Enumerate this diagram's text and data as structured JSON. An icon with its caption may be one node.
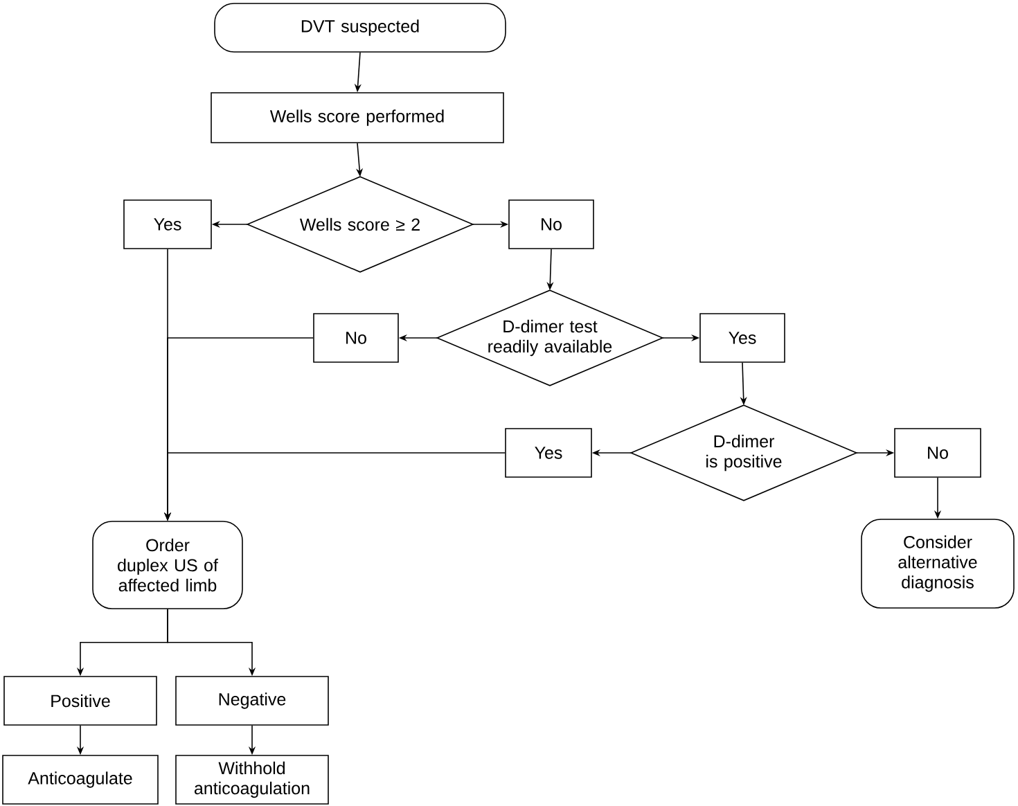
{
  "diagram": {
    "nodes": [
      {
        "text": [
          "DVT suspected"
        ]
      },
      {
        "text": [
          "Wells score performed"
        ]
      },
      {
        "text": [
          "Wells score ≥ 2"
        ]
      },
      {
        "text": [
          "Yes"
        ]
      },
      {
        "text": [
          "No"
        ]
      },
      {
        "text": [
          "D-dimer test readily available"
        ]
      },
      {
        "text": [
          "No"
        ]
      },
      {
        "text": [
          "Yes"
        ]
      },
      {
        "text": [
          "D-dimer is positive"
        ]
      },
      {
        "text": [
          "Yes"
        ]
      },
      {
        "text": [
          "No"
        ]
      },
      {
        "text": [
          "Order duplex US of affected limb"
        ]
      },
      {
        "text": [
          "Consider alternative diagnosis"
        ]
      },
      {
        "text": [
          "Positive"
        ]
      },
      {
        "text": [
          "Negative"
        ]
      },
      {
        "text": [
          "Anticoagulate"
        ]
      },
      {
        "text": [
          "Withhold anticoagulation"
        ]
      }
    ],
    "edges": [
      {
        "from": 0,
        "to": 1,
        "arrow": "to"
      },
      {
        "from": 1,
        "to": 2,
        "arrow": "to"
      },
      {
        "from": 2,
        "to": 3,
        "arrow": "to"
      },
      {
        "from": 2,
        "to": 4,
        "arrow": "to"
      },
      {
        "from": 4,
        "to": 5,
        "arrow": "to"
      },
      {
        "from": 5,
        "to": 6,
        "arrow": "to"
      },
      {
        "from": 5,
        "to": 7,
        "arrow": "to"
      },
      {
        "from": 7,
        "to": 8,
        "arrow": "to"
      },
      {
        "from": 8,
        "to": 9,
        "arrow": "to"
      },
      {
        "from": 8,
        "to": 10,
        "arrow": "to"
      },
      {
        "from": 10,
        "to": 12,
        "arrow": "to"
      },
      {
        "from": 3,
        "to": 11,
        "arrow": "to"
      },
      {
        "from": 6,
        "to": 11,
        "arrow": "to"
      },
      {
        "from": 9,
        "to": 11,
        "arrow": "to"
      },
      {
        "from": 11,
        "to": 13,
        "arrow": "to"
      },
      {
        "from": 11,
        "to": 14,
        "arrow": "to"
      },
      {
        "from": 13,
        "to": 15,
        "arrow": "to"
      },
      {
        "from": 14,
        "to": 16,
        "arrow": "to"
      }
    ]
  }
}
